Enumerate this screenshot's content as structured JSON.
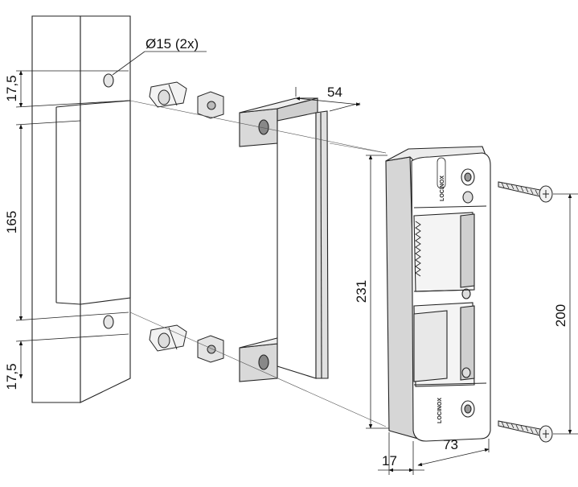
{
  "dimensions": {
    "hole_diameter": "Ø15 (2x)",
    "offset_top": "17,5",
    "strike_cutout_height": "165",
    "offset_bottom": "17,5",
    "bracket_depth": "54",
    "keeper_height": "231",
    "screw_spacing": "200",
    "keeper_depth": "17",
    "keeper_width": "73"
  },
  "brand_labels": {
    "top": "LOCINOX",
    "bottom": "LOCINOX"
  }
}
